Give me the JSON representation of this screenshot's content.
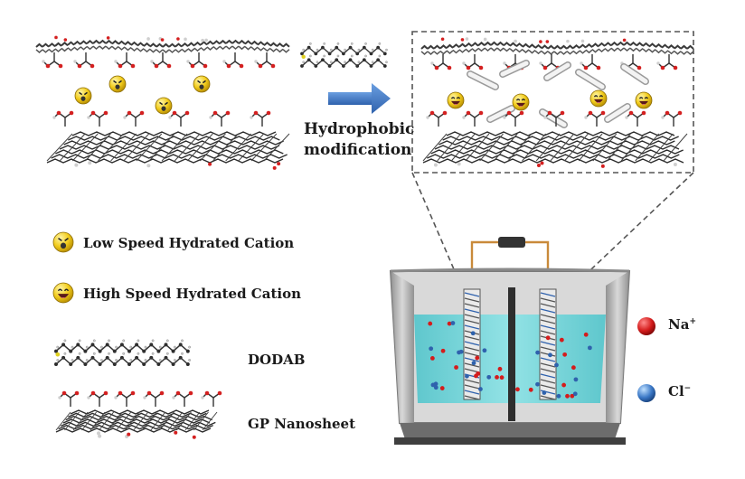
{
  "arrow_label_line1": "Hydrophobic",
  "arrow_label_line2": "modification",
  "legend": {
    "low_speed": "Low Speed Hydrated Cation",
    "high_speed": "High Speed Hydrated Cation",
    "dodab": "DODAB",
    "gp": "GP Nanosheet"
  },
  "ions": {
    "na": "Na",
    "na_charge": "+",
    "cl": "Cl",
    "cl_charge": "−"
  },
  "colors": {
    "arrow": "#4a7fc8",
    "cation": "#f2cc1c",
    "na": "#d41c1c",
    "cl": "#3b78c6",
    "water": "#6fd3d8",
    "wire": "#c98a3a"
  }
}
